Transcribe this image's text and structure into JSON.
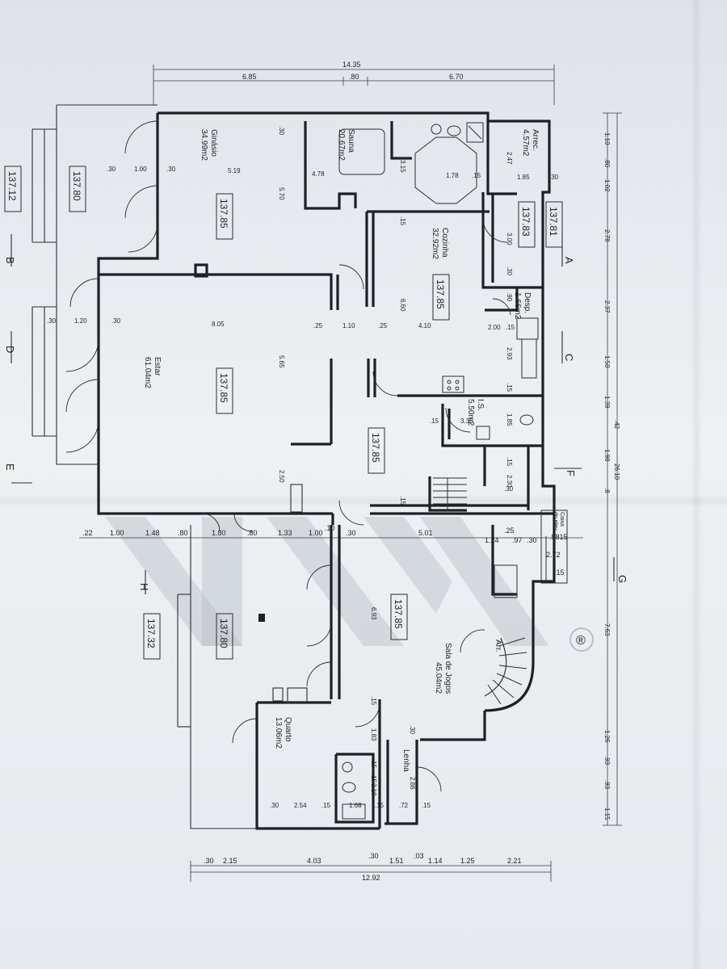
{
  "rooms": {
    "ginasio": {
      "name": "Ginásio",
      "area": "34.99m2"
    },
    "sauna": {
      "name": "Sauna",
      "area": "20.67m2"
    },
    "arrec": {
      "name": "Arrec.",
      "area": "4.57m2"
    },
    "cozinha": {
      "name": "Cozinha",
      "area": "32.92m2"
    },
    "desp": {
      "name": "Desp.",
      "area": "1.66m2"
    },
    "estar": {
      "name": "Estar",
      "area": "61.04m2"
    },
    "is": {
      "name": "I.S.",
      "area": "5.50m2"
    },
    "sala_jogos": {
      "name1": "Sala de Jogos",
      "area": "45.04m2"
    },
    "quarto": {
      "name": "Quarto",
      "area": "13.06m2"
    },
    "lenha": {
      "name": "Lenha"
    },
    "arr": {
      "name": "Arr."
    },
    "caixa": {
      "name1": "Caixa",
      "name2": "do elev."
    }
  },
  "levels": {
    "l1": "137.12",
    "l2": "137.80",
    "l3": "137.85",
    "l4": "137.85",
    "l5": "137.83",
    "l6": "137.81",
    "l7": "137.85",
    "l8": "137.85",
    "l9": "137.85",
    "l10": "137.32",
    "l11": "137.80"
  },
  "sections": {
    "a": "A",
    "b": "B",
    "c": "C",
    "d": "D",
    "e": "E",
    "f": "F",
    "g": "G",
    "h": "H"
  },
  "dims_top": {
    "total": "14.35",
    "d1": "6.85",
    "d2": ".80",
    "d3": "6.70"
  },
  "dims_right": {
    "total": "26.10",
    "r1": "1.10",
    "r2": ".80",
    "r3": "1.02",
    "r4": "2.78",
    "r5": "2.37",
    "r6": "1.50",
    "r7": "1.39",
    "r8": ".42",
    "r9": "1.98",
    "r10": ".8",
    "r11": "7.63",
    "r12": "1.26",
    "r13": ".93",
    "r14": ".93",
    "r15": "1.15"
  },
  "dims_bottom": {
    "total": "12.92",
    "b1": ".30",
    "b2": "2.15",
    "b3": "4.03",
    "b4": ".30",
    "b5": "1.51",
    "b6": ".03",
    "b7": "1.14",
    "b8": "1.25",
    "b9": "2.21"
  },
  "dims_mid": {
    "m1": ".22",
    "m2": "1.00",
    "m3": "1.48",
    "m4": ".80",
    "m5": "1.80",
    "m6": ".80",
    "m7": "1.33",
    "m8": "1.00",
    "m9": ".10",
    "m10": ".30",
    "m11": "5.01",
    "m12": "1.24",
    "m13": ".97",
    "m14": ".30",
    "m15": ".25",
    "m16": ".9815",
    "m17": "2.72",
    "m18": ".15"
  },
  "dims_inner": {
    "i1": ".30",
    "i2": "1.00",
    "i3": ".30",
    "i4": "5.19",
    "i5": "4.78",
    "i6": "3.15",
    "i7": "1.78",
    "i8": ".15",
    "i9": "1.85",
    "i10": ".30",
    "i11": "2.47",
    "i12": ".30",
    "i13": "5.70",
    "i14": ".15",
    "i15": "3.00",
    "i16": ".30",
    "i17": ".30",
    "i18": "1.20",
    "i19": ".30",
    "i20": "8.05",
    "i21": ".25",
    "i22": "1.10",
    "i23": ".25",
    "i24": "4.10",
    "i25": "2.00",
    "i26": ".15",
    "i27": ".90",
    "i28": "6.60",
    "i29": "2.93",
    "i30": ".15",
    "i31": "5.65",
    "i32": ".15",
    "i33": "3.35",
    "i34": "1.85",
    "i35": ".15",
    "i36": "2.50",
    "i37": "2.30",
    "i38": ".30",
    "i39": "6.93",
    "i40": ".15",
    "i41": ".30",
    "i42": "1.83",
    "i43": ".15",
    "i44": "2.19",
    "i45": ".15",
    "i46": "2.86",
    "i47": ".30",
    "i48": "2.54",
    "i49": ".15",
    "i50": "1.68",
    "i51": ".72",
    "i52": ".15",
    "i53": ".15",
    "i54": ".15"
  },
  "watermark": {
    "mark": "®"
  }
}
